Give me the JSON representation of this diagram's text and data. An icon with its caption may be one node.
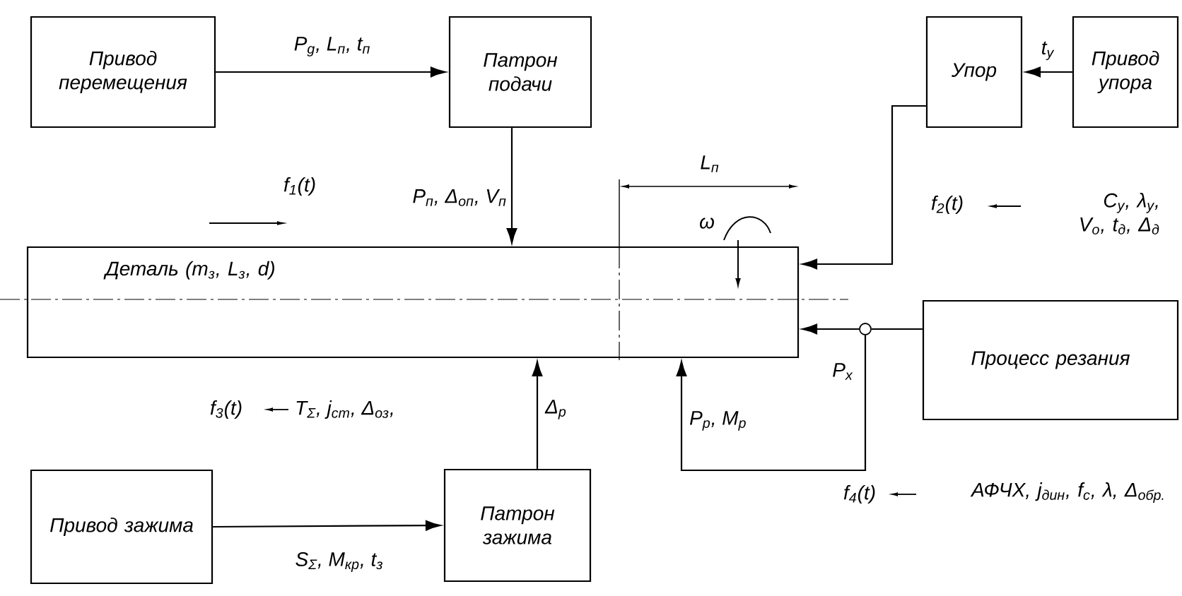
{
  "diagram": {
    "nodes": [
      {
        "text": [
          "Привод перемещения"
        ]
      },
      {
        "text": [
          "Патрон подачи"
        ]
      },
      {
        "text": [
          "Упор"
        ]
      },
      {
        "text": [
          "Привод упора"
        ]
      },
      {
        "text": [
          "Деталь (m$_{з}$, L$_{з}$, d)"
        ]
      },
      {
        "text": [
          "Процесс резания"
        ]
      },
      {
        "text": [
          "Привод зажима"
        ]
      },
      {
        "text": [
          "Патрон зажима"
        ]
      },
      {
        "text": [],
        "shape": "circle"
      }
    ],
    "edges": [
      {
        "from": 0,
        "to": 1,
        "arrow": "to",
        "label": "P$_{g}$, L$_{п}$, t$_{п}$"
      },
      {
        "from": 1,
        "to": 4,
        "arrow": "to",
        "label": "P$_{п}$, Δ$_{оп}$, V$_{п}$"
      },
      {
        "from": 3,
        "to": 2,
        "arrow": "to",
        "label": "t$_{y}$"
      },
      {
        "from": 2,
        "to": 4,
        "arrow": "to"
      },
      {
        "from": 5,
        "to": 8,
        "arrow": "none"
      },
      {
        "from": 8,
        "to": 4,
        "arrow": "to",
        "label": "P$_{x}$"
      },
      {
        "from": 8,
        "to": 4,
        "arrow": "to",
        "label": "P$_{р}$, M$_{р}$"
      },
      {
        "from": 7,
        "to": 4,
        "arrow": "to",
        "label": "Δ$_{р}$"
      },
      {
        "from": 6,
        "to": 7,
        "arrow": "to",
        "label": "S$_{Σ}$, M$_{кр}$, t$_{з}$"
      }
    ],
    "labels": [
      "f$_{1}$(t)",
      "L$_{п}$",
      "ω",
      "f$_{2}$(t)",
      "C$_{y}$, λ$_{y}$, V$_{o}$, t$_{д}$, Δ$_{д}$",
      "f$_{3}$(t)",
      "T$_{Σ}$, j$_{ст}$, Δ$_{оз}$,",
      "f$_{4}$(t)",
      "АФЧХ, j$_{дин}$, f$_{c}$, λ, Δ$_{обр.}$"
    ]
  }
}
